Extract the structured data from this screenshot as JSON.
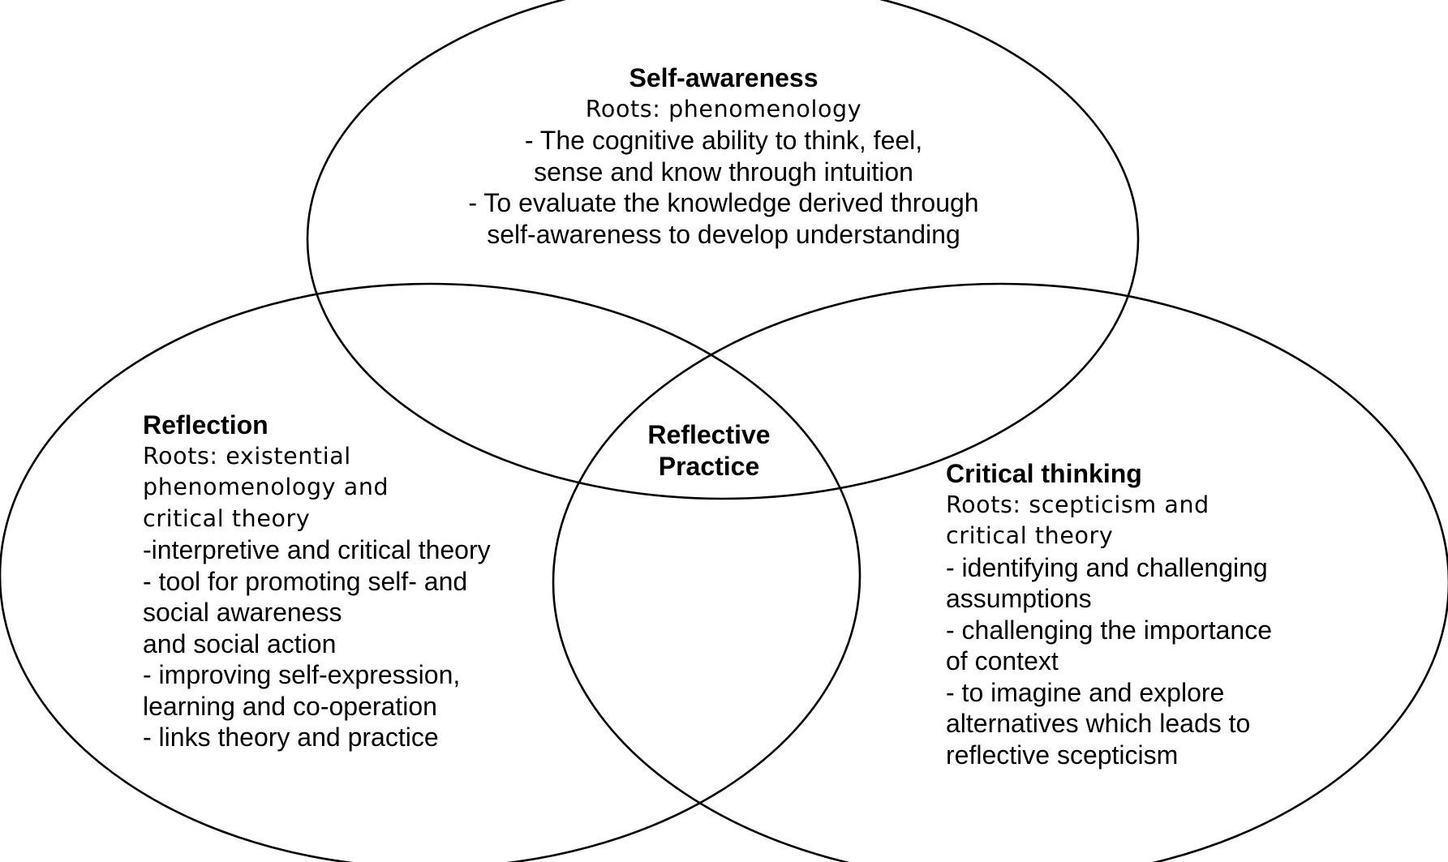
{
  "colors": {
    "stroke": "#000000",
    "background": "#ffffff",
    "text": "#000000"
  },
  "circles": {
    "self_awareness": {
      "title": "Self-awareness",
      "roots": "Roots: phenomenology",
      "lines": [
        "- The cognitive ability to think, feel,",
        "sense and know through intuition",
        "- To evaluate the knowledge derived through",
        "self-awareness to develop understanding"
      ]
    },
    "reflection": {
      "title": "Reflection",
      "roots": [
        "Roots: existential",
        "phenomenology and",
        "critical theory"
      ],
      "lines": [
        "-interpretive and critical theory",
        "- tool for promoting self- and",
        "social awareness",
        "and social action",
        "- improving self-expression,",
        "learning and co-operation",
        "- links theory and practice"
      ]
    },
    "critical_thinking": {
      "title": "Critical thinking",
      "roots": [
        "Roots: scepticism and",
        "critical theory"
      ],
      "lines": [
        "- identifying and challenging",
        "assumptions",
        "- challenging the importance",
        "of context",
        "- to imagine and explore",
        "alternatives which leads to",
        "reflective scepticism"
      ]
    }
  },
  "center": {
    "lines": [
      "Reflective",
      "Practice"
    ]
  }
}
